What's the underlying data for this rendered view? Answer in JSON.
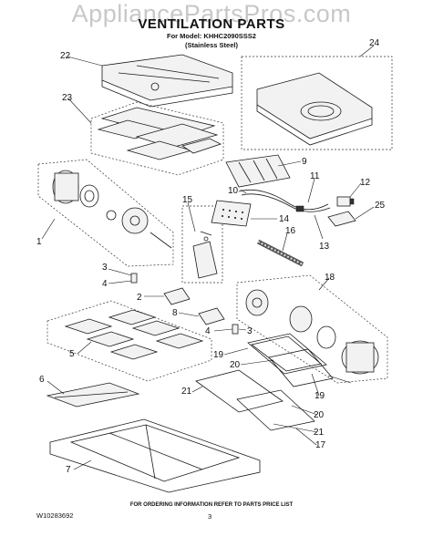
{
  "watermark": "AppliancePartsPros.com",
  "header": {
    "title": "VENTILATION PARTS",
    "model": "For Model: KHHC2090SSS2",
    "finish": "(Stainless Steel)"
  },
  "callouts": {
    "c1": "1",
    "c2": "2",
    "c3": "3",
    "c3b": "3",
    "c4": "4",
    "c4b": "4",
    "c5": "5",
    "c6": "6",
    "c7": "7",
    "c8": "8",
    "c9": "9",
    "c10": "10",
    "c11": "11",
    "c12": "12",
    "c13": "13",
    "c14": "14",
    "c15": "15",
    "c16": "16",
    "c17": "17",
    "c18": "18",
    "c19a": "19",
    "c19b": "19",
    "c20a": "20",
    "c20b": "20",
    "c21a": "21",
    "c21b": "21",
    "c22": "22",
    "c23": "23",
    "c24": "24",
    "c25": "25"
  },
  "footer": {
    "note": "FOR ORDERING INFORMATION REFER TO PARTS PRICE LIST",
    "doc_number": "W10283692",
    "page_number": "3"
  }
}
